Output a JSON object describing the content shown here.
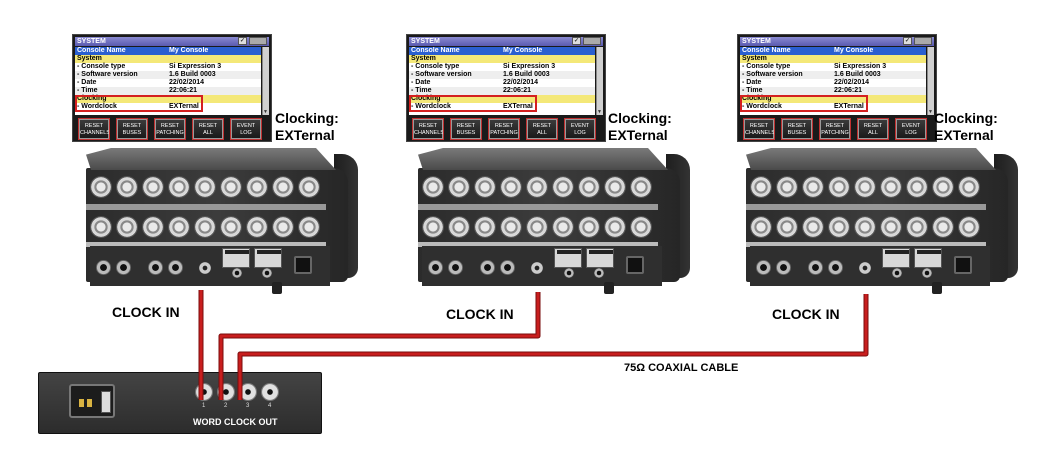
{
  "consoles": [
    {
      "screen": {
        "title": "SYSTEM",
        "header_key": "Console Name",
        "header_value": "My Console",
        "section": "System",
        "rows": [
          {
            "key": "- Console type",
            "value": "Si Expression 3"
          },
          {
            "key": "- Software version",
            "value": "1.6 Build 0003"
          },
          {
            "key": "- Date",
            "value": "22/02/2014"
          },
          {
            "key": "- Time",
            "value": "22:06:21"
          }
        ],
        "clocking_label": "Clocking",
        "wordclock_key": "- Wordclock",
        "wordclock_value": "EXTernal",
        "buttons": [
          "RESET CHANNELS",
          "RESET BUSES",
          "RESET PATCHING",
          "RESET ALL",
          "EVENT LOG"
        ]
      },
      "clocking_title": "Clocking:",
      "clocking_value": "EXTernal",
      "clock_in_label": "CLOCK IN"
    },
    {
      "screen": {
        "title": "SYSTEM",
        "header_key": "Console Name",
        "header_value": "My Console",
        "section": "System",
        "rows": [
          {
            "key": "- Console type",
            "value": "Si Expression 3"
          },
          {
            "key": "- Software version",
            "value": "1.6 Build 0003"
          },
          {
            "key": "- Date",
            "value": "22/02/2014"
          },
          {
            "key": "- Time",
            "value": "22:06:21"
          }
        ],
        "clocking_label": "Clocking",
        "wordclock_key": "- Wordclock",
        "wordclock_value": "EXTernal",
        "buttons": [
          "RESET CHANNELS",
          "RESET BUSES",
          "RESET PATCHING",
          "RESET ALL",
          "EVENT LOG"
        ]
      },
      "clocking_title": "Clocking:",
      "clocking_value": "EXTernal",
      "clock_in_label": "CLOCK IN"
    },
    {
      "screen": {
        "title": "SYSTEM",
        "header_key": "Console Name",
        "header_value": "My Console",
        "section": "System",
        "rows": [
          {
            "key": "- Console type",
            "value": "Si Expression 3"
          },
          {
            "key": "- Software version",
            "value": "1.6 Build 0003"
          },
          {
            "key": "- Date",
            "value": "22/02/2014"
          },
          {
            "key": "- Time",
            "value": "22:06:21"
          }
        ],
        "clocking_label": "Clocking",
        "wordclock_key": "- Wordclock",
        "wordclock_value": "EXTernal",
        "buttons": [
          "RESET CHANNELS",
          "RESET BUSES",
          "RESET PATCHING",
          "RESET ALL",
          "EVENT LOG"
        ]
      },
      "clocking_title": "Clocking:",
      "clocking_value": "EXTernal",
      "clock_in_label": "CLOCK IN"
    }
  ],
  "clock_unit": {
    "output_label": "WORD CLOCK OUT",
    "outputs": [
      "1",
      "2",
      "3",
      "4"
    ]
  },
  "cable_label": "75Ω COAXIAL CABLE",
  "colors": {
    "cable": "#b01818",
    "highlight": "#d42020",
    "screen_header": "#2a5fd0",
    "screen_section": "#f4e878"
  }
}
